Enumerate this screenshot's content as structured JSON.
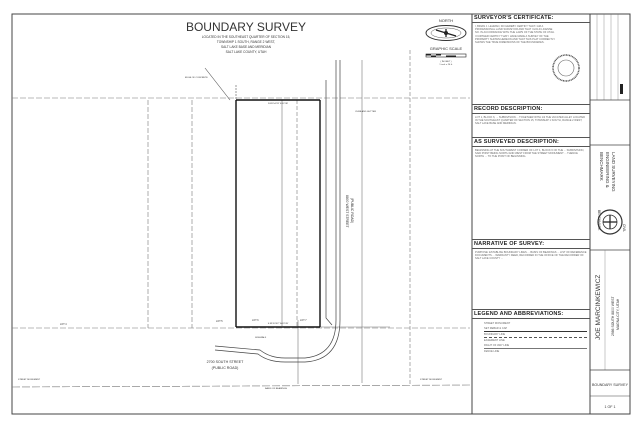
{
  "title": {
    "main": "BOUNDARY SURVEY",
    "lines": [
      "LOCATED IN THE SOUTHEAST QUARTER OF SECTION 15,",
      "TOWNSHIP 1 SOUTH, RANGE 2 WEST,",
      "SALT LAKE BASE AND MERIDIAN",
      "SALT LAKE COUNTY, UTAH"
    ]
  },
  "north_arrow": {
    "label": "NORTH",
    "icon": "north-arrow-icon"
  },
  "graphic_scale": {
    "label": "GRAPHIC SCALE",
    "unit": "( IN FEET )",
    "ratio": "1 inch = 20 ft."
  },
  "drawing": {
    "street_east": [
      "8800 WEST STREET",
      "(PUBLIC ROAD)"
    ],
    "street_south": [
      "2700 SOUTH STREET",
      "(PUBLIC ROAD)"
    ],
    "edge_concrete": "EDGE OF CONCRETE",
    "curb_gutter": "CURB AND GUTTER",
    "sidewalk": "SIDEWALK",
    "bearing_north": "N 89°54'33\" E  87.98'",
    "bearing_south": "S 89°53'53\" W  87.99'",
    "lot_labels": [
      "LOT 4",
      "LOT 5",
      "LOT 6",
      "LOT 7"
    ],
    "street_monument": "STREET MONUMENT",
    "basis_of_bearing": "BASIS OF BEARINGS"
  },
  "panels": {
    "certificate": {
      "heading": "SURVEYOR'S CERTIFICATE:",
      "body": "I, BRIAN J. LEHMAN, DO HEREBY CERTIFY THAT I AM A PROFESSIONAL LAND SURVEYOR AND THAT I HOLD LICENSE NO. IN ACCORDANCE WITH THE LAWS OF THE STATE OF UTAH. I FURTHER CERTIFY THAT I HAVE MADE A SURVEY OF THE PROPERTY SHOWN HEREON AND THAT THIS PLAT CORRECTLY SHOWS THE TRUE DIMENSIONS OF THE BOUNDARIES."
    },
    "record": {
      "heading": "RECORD DESCRIPTION:",
      "body": "LOT 1, BLOCK 6, ... SUBDIVISION ... TOGETHER WITH 1/2 THE VACATED ALLEY LOCATED IN THE SOUTHEAST QUARTER OF SECTION 15, TOWNSHIP 1 SOUTH, RANGE 2 WEST, SALT LAKE BASE AND MERIDIAN."
    },
    "surveyed": {
      "heading": "AS SURVEYED DESCRIPTION:",
      "body": "BEGINNING AT THE SOUTHWEST CORNER OF LOT 1, BLOCK 6 OF THE ... SUBDIVISION, SAID POINT BEING NORTH AND WEST FROM THE STREET MONUMENT ... THENCE NORTH ... TO THE POINT OF BEGINNING."
    },
    "narrative": {
      "heading": "NARRATIVE OF SURVEY:",
      "body": "PURPOSE: ESTABLISH BOUNDARY LINES ... BASIS OF BEARINGS ... LIST OF REFERENCE DOCUMENTS ... WARRANTY DEED, RECORDED IN THE OFFICE OF THE RECORDER OF SALT LAKE COUNTY ..."
    },
    "legend": {
      "heading": "LEGEND AND ABBREVIATIONS:",
      "items": [
        "STREET MONUMENT",
        "SET REBAR & CAP",
        "BOUNDARY LINE",
        "EASEMENT LINE",
        "RIGHT OF WAY LINE",
        "FENCE LINE"
      ]
    }
  },
  "title_block": {
    "company": [
      "BENCHMARK",
      "ENGINEERING &",
      "LAND SURVEYING"
    ],
    "logo_text": [
      "BENCHMARK",
      "CIVIL"
    ],
    "client": "JOE MARCINKEWICZ",
    "address": [
      "2986 SOUTH 8800 WEST",
      "MAGNA CITY, UTAH"
    ],
    "sheet_title": "BOUNDARY SURVEY",
    "sheet_no": "1 OF 1"
  }
}
